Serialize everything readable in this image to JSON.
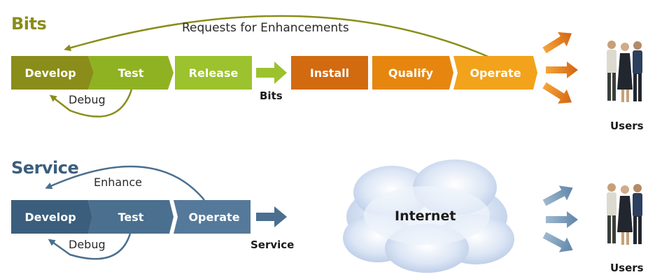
{
  "bits": {
    "title": "Bits",
    "requests_label": "Requests for Enhancements",
    "debug_label": "Debug",
    "output_label": "Bits",
    "stages": [
      "Develop",
      "Test",
      "Release",
      "Install",
      "Qualify",
      "Operate"
    ],
    "users_label": "Users"
  },
  "service": {
    "title": "Service",
    "enhance_label": "Enhance",
    "debug_label": "Debug",
    "output_label": "Service",
    "stages": [
      "Develop",
      "Test",
      "Operate"
    ],
    "cloud_label": "Internet",
    "users_label": "Users"
  },
  "colors": {
    "olive": "#8a8d1a",
    "olive_dark": "#6d7012",
    "green": "#8fb223",
    "green_light": "#9cc22e",
    "orange_dark": "#d26a10",
    "orange": "#e6860f",
    "amber": "#f2a31b",
    "steel": "#4a6f8f",
    "steel_dark": "#3b5e7c",
    "cloud": "#c9d8ee"
  },
  "icons": [
    "arrow-right-icon",
    "people-icon",
    "cloud-icon"
  ]
}
